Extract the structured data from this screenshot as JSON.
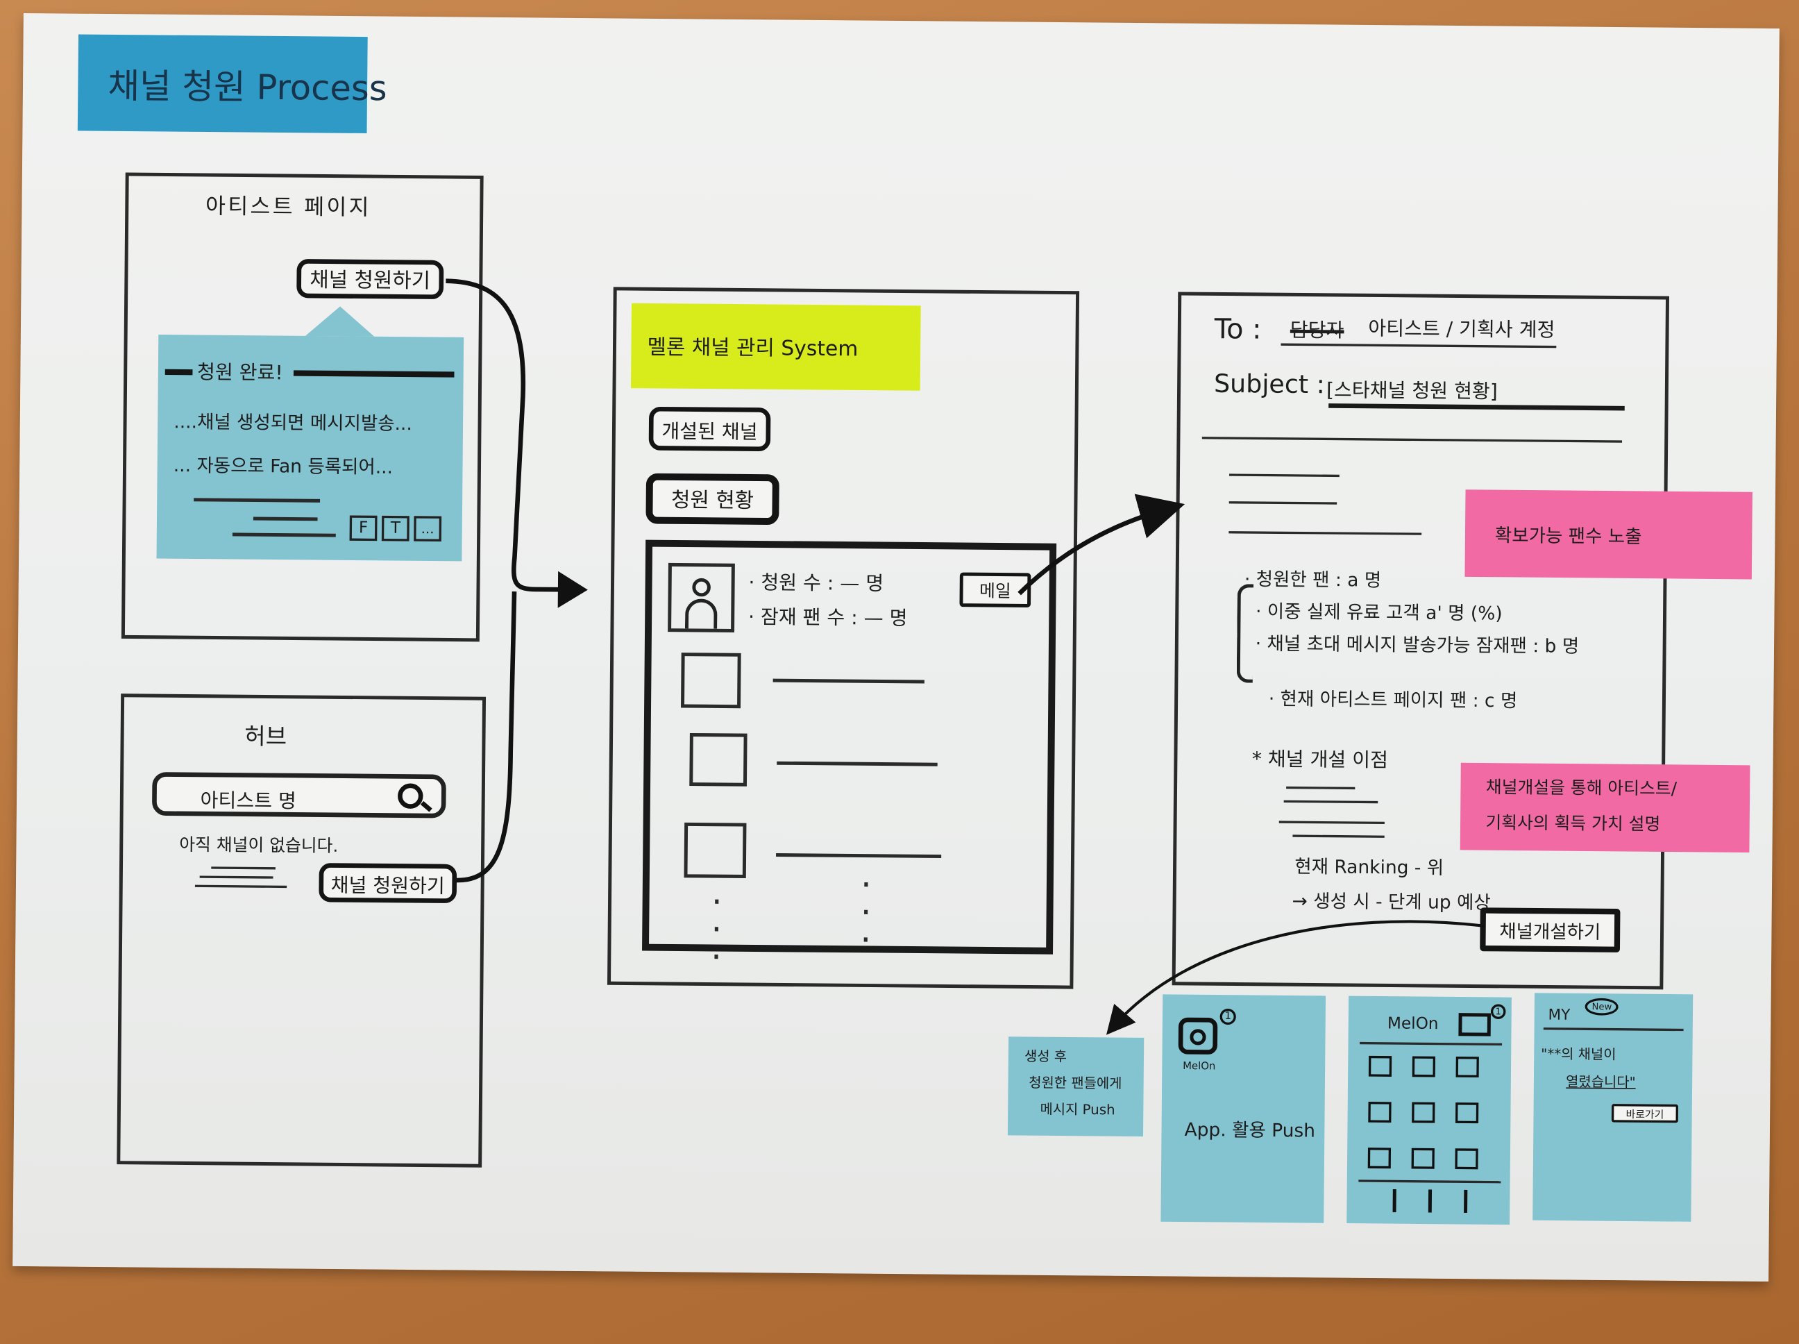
{
  "title_note": {
    "text": "채널 청원 Process",
    "color": "#2f9ac6"
  },
  "artist_page": {
    "label": "아티스트 페이지",
    "petition_button": "채널 청원하기",
    "popup": {
      "heading": "청원 완료!",
      "line1": "....채널 생성되면 메시지발송...",
      "line2": "... 자동으로 Fan 등록되어...",
      "share_icons": [
        "F",
        "T",
        "..."
      ]
    }
  },
  "hub_page": {
    "label": "허브",
    "search_placeholder": "아티스트 명",
    "empty_text": "아직 채널이 없습니다.",
    "petition_button": "채널 청원하기"
  },
  "system_page": {
    "title": "멜론 채널 관리 System",
    "title_color": "#d8ec1c",
    "tab_open": "개설된 채널",
    "tab_petition": "청원 현황",
    "item": {
      "petition_count": "· 청원 수 : — 명",
      "potential_fans": "· 잠재 팬 수 : — 명",
      "mail_button": "메일"
    }
  },
  "email_page": {
    "to_label": "To :",
    "to_strike": "담당자",
    "to_value": "아티스트 / 기획사 계정",
    "subject_label": "Subject :",
    "subject_value": "[스타채널 청원 현황]",
    "bullets": [
      "· 청원한 팬 : a 명",
      "· 이중 실제 유료 고객 a' 명 (%)",
      "· 채널 초대 메시지 발송가능 잠재팬 : b 명",
      "· 현재 아티스트 페이지 팬 : c 명"
    ],
    "benefit_title": "* 채널 개설 이점",
    "ranking": "현재 Ranking - 위",
    "forecast": "→ 생성 시 - 단계 up 예상",
    "open_button": "채널개설하기"
  },
  "pink_note_1": {
    "text": "확보가능 팬수 노출",
    "color": "#f26aa3"
  },
  "pink_note_2": {
    "line1": "채널개설을 통해 아티스트/",
    "line2": "기획사의 획득 가치 설명",
    "color": "#f26aa3"
  },
  "push_note": {
    "line1": "생성 후",
    "line2": "청원한 팬들에게",
    "line3": "메시지 Push"
  },
  "app_note": {
    "app_name": "MelOn",
    "badge": "1",
    "text": "App. 활용 Push"
  },
  "melon_home_note": {
    "title": "MelOn",
    "badge": "1"
  },
  "my_note": {
    "title": "MY",
    "new_badge": "New",
    "message_line1": "\"**의 채널이",
    "message_line2": "열렸습니다\"",
    "link": "바로가기"
  }
}
